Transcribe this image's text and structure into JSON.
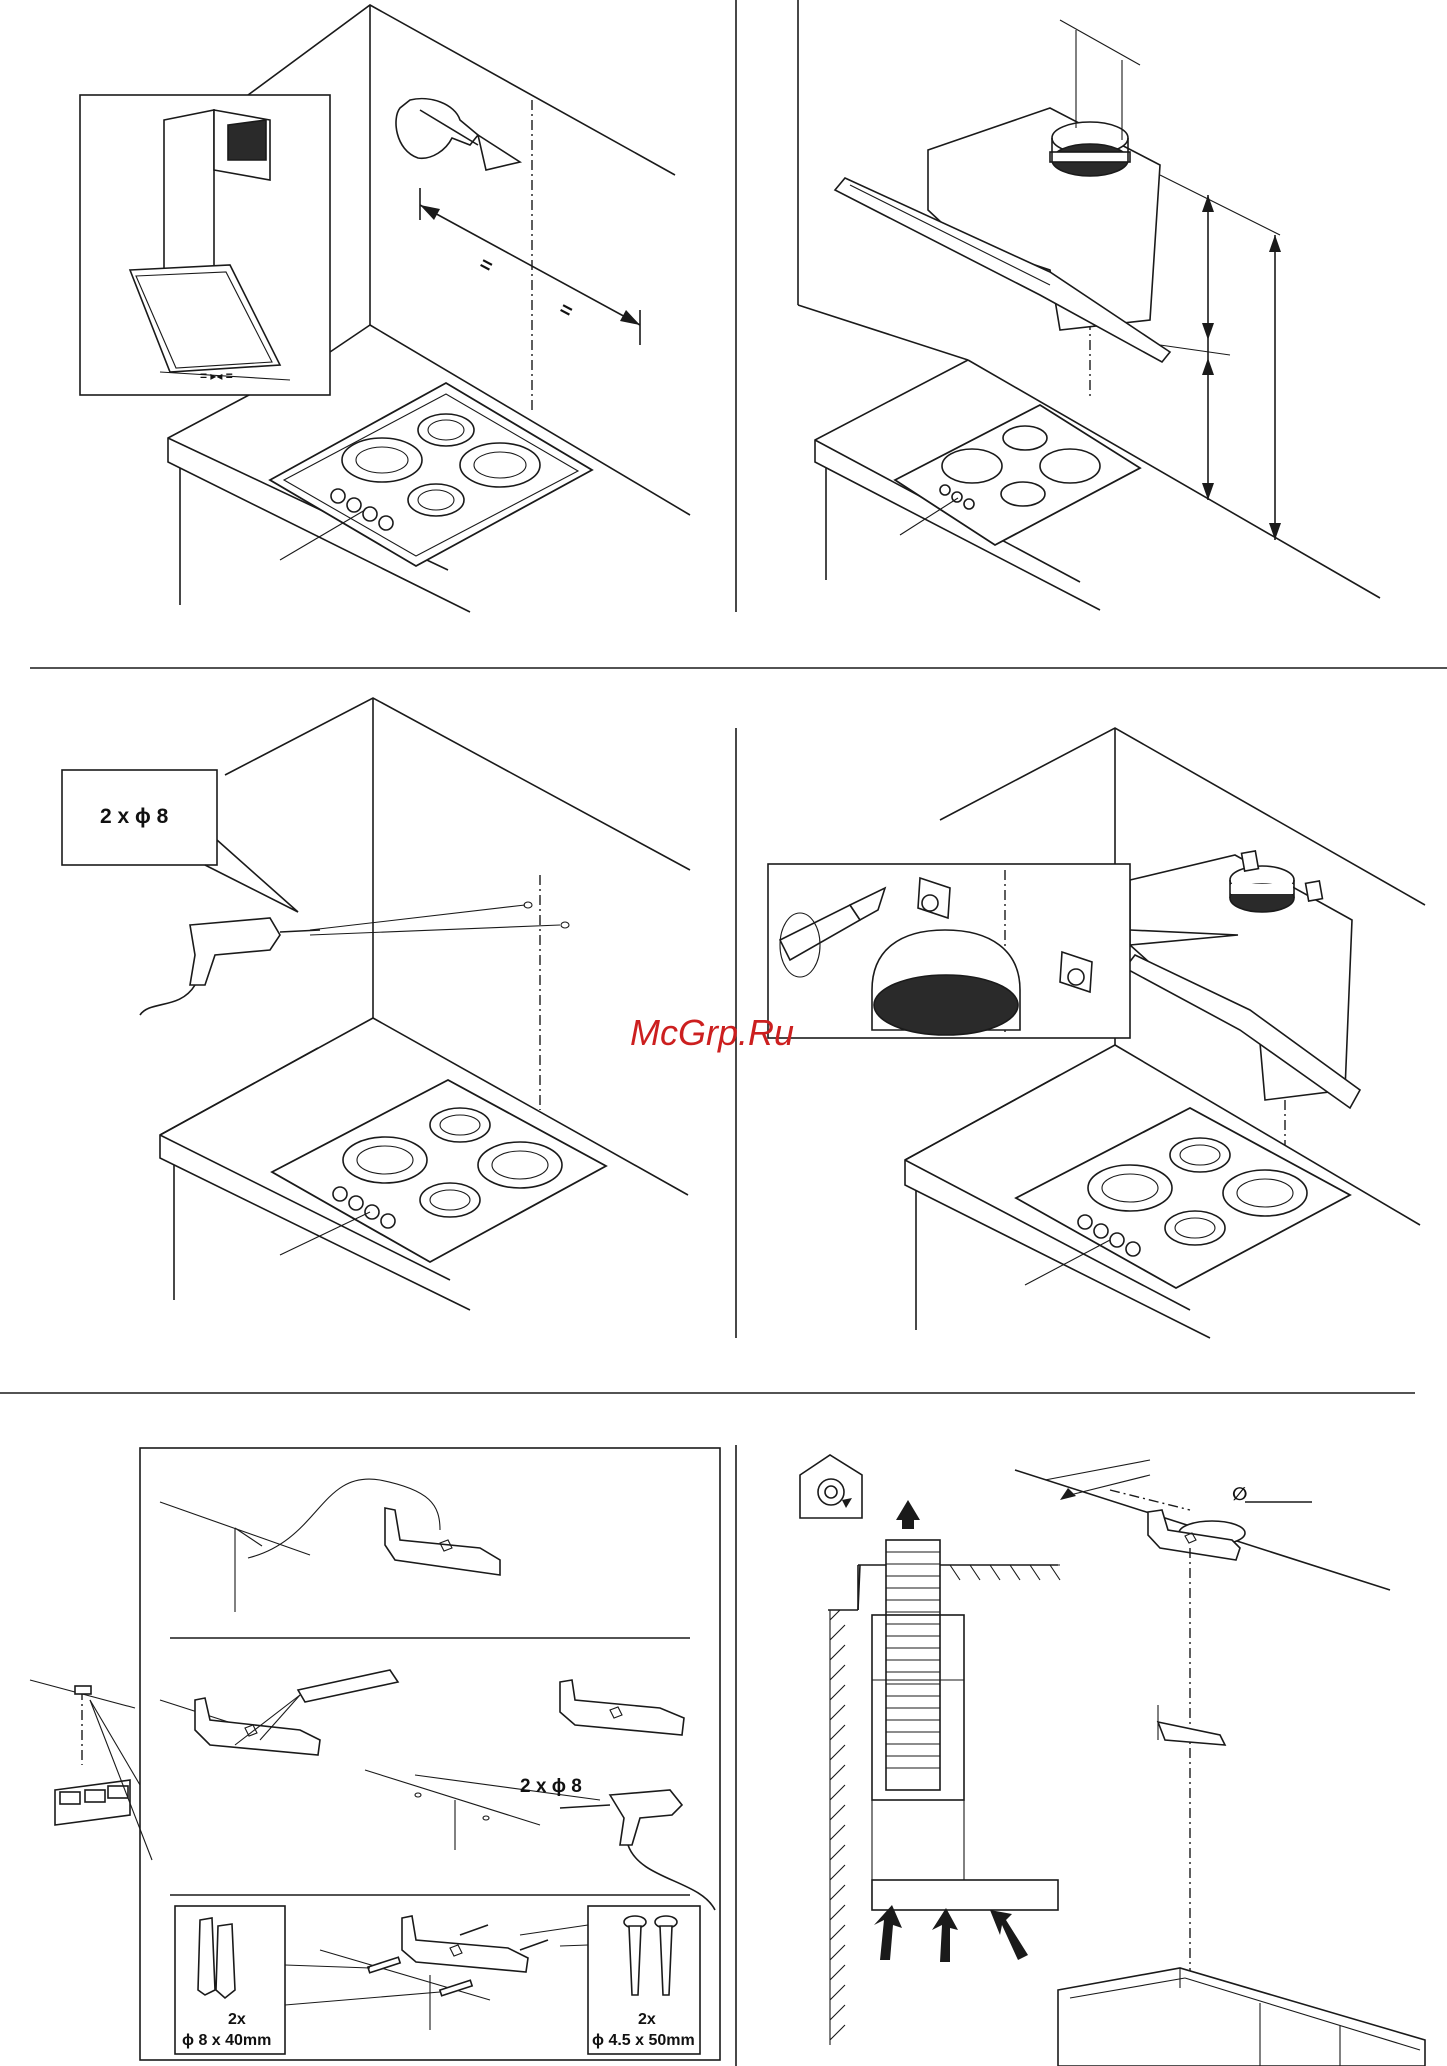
{
  "watermark": "McGrp.Ru",
  "labels": {
    "drill_holes_callout": "2 x ϕ 8",
    "drill_holes_bracket": "2 x ϕ 8",
    "plugs_count": "2x",
    "plugs_size": "ϕ 8 x 40mm",
    "screws_count": "2x",
    "screws_size": "ϕ 4.5 x 50mm",
    "duct_diameter_symbol": "∅"
  },
  "colors": {
    "line": "#1a1a1a",
    "duct_fill": "#2a2a2a",
    "watermark": "#cc1f1f"
  }
}
